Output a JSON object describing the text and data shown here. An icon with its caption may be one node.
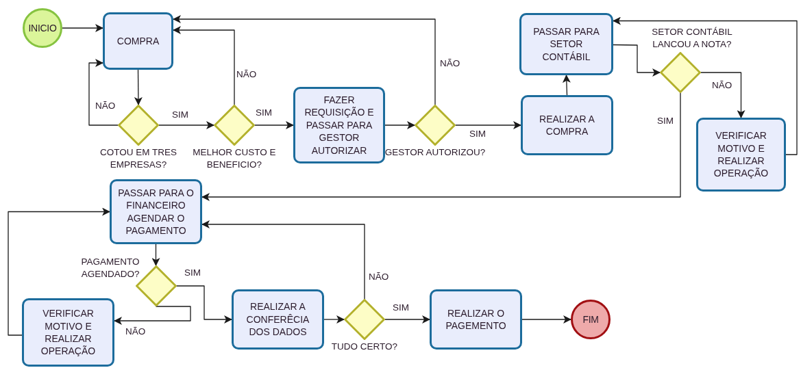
{
  "diagram": {
    "nodes": [
      {
        "text": [
          "INICIO"
        ]
      },
      {
        "text": [
          "COMPRA"
        ]
      },
      {
        "text": [
          "COTOU EM TRES EMPRESAS?"
        ]
      },
      {
        "text": [
          "MELHOR CUSTO E BENEFICIO?"
        ]
      },
      {
        "text": [
          "FAZER REQUISIÇÃO E PASSAR PARA GESTOR AUTORIZAR"
        ]
      },
      {
        "text": [
          "GESTOR AUTORIZOU?"
        ]
      },
      {
        "text": [
          "REALIZAR A COMPRA"
        ]
      },
      {
        "text": [
          "PASSAR PARA SETOR CONTÁBIL"
        ]
      },
      {
        "text": [
          "SETOR CONTÁBIL LANCOU A NOTA?"
        ]
      },
      {
        "text": [
          "VERIFICAR MOTIVO E REALIZAR OPERAÇÃO"
        ]
      },
      {
        "text": [
          "PASSAR PARA O FINANCEIRO AGENDAR O PAGAMENTO"
        ]
      },
      {
        "text": [
          "PAGAMENTO AGENDADO?"
        ]
      },
      {
        "text": [
          "VERIFICAR MOTIVO E REALIZAR OPERAÇÃO"
        ]
      },
      {
        "text": [
          "REALIZAR A CONFERÊCIA DOS DADOS"
        ]
      },
      {
        "text": [
          "TUDO CERTO?"
        ]
      },
      {
        "text": [
          "REALIZAR O PAGEMENTO"
        ]
      },
      {
        "text": [
          "FIM"
        ]
      }
    ],
    "edges": [
      {
        "from": 0,
        "to": 1,
        "arrow": "to"
      },
      {
        "from": 1,
        "to": 2,
        "arrow": "to"
      },
      {
        "from": 2,
        "to": 3,
        "arrow": "to",
        "label": "SIM"
      },
      {
        "from": 2,
        "to": 1,
        "arrow": "to",
        "label": "NÃO"
      },
      {
        "from": 3,
        "to": 4,
        "arrow": "to",
        "label": "SIM"
      },
      {
        "from": 3,
        "to": 1,
        "arrow": "to",
        "label": "NÃO"
      },
      {
        "from": 4,
        "to": 5,
        "arrow": "to"
      },
      {
        "from": 5,
        "to": 6,
        "arrow": "to",
        "label": "SIM"
      },
      {
        "from": 5,
        "to": 1,
        "arrow": "to",
        "label": "NÃO"
      },
      {
        "from": 6,
        "to": 7,
        "arrow": "to"
      },
      {
        "from": 7,
        "to": 8,
        "arrow": "to"
      },
      {
        "from": 8,
        "to": 9,
        "arrow": "to",
        "label": "NÃO"
      },
      {
        "from": 9,
        "to": 7,
        "arrow": "to"
      },
      {
        "from": 8,
        "to": 10,
        "arrow": "to",
        "label": "SIM"
      },
      {
        "from": 10,
        "to": 11,
        "arrow": "to"
      },
      {
        "from": 11,
        "to": 13,
        "arrow": "to",
        "label": "SIM"
      },
      {
        "from": 11,
        "to": 12,
        "arrow": "to",
        "label": "NÃO"
      },
      {
        "from": 12,
        "to": 10,
        "arrow": "to"
      },
      {
        "from": 13,
        "to": 14,
        "arrow": "to"
      },
      {
        "from": 14,
        "to": 10,
        "arrow": "to",
        "label": "NÃO"
      },
      {
        "from": 14,
        "to": 15,
        "arrow": "to",
        "label": "SIM"
      },
      {
        "from": 15,
        "to": 16,
        "arrow": "to"
      }
    ]
  }
}
